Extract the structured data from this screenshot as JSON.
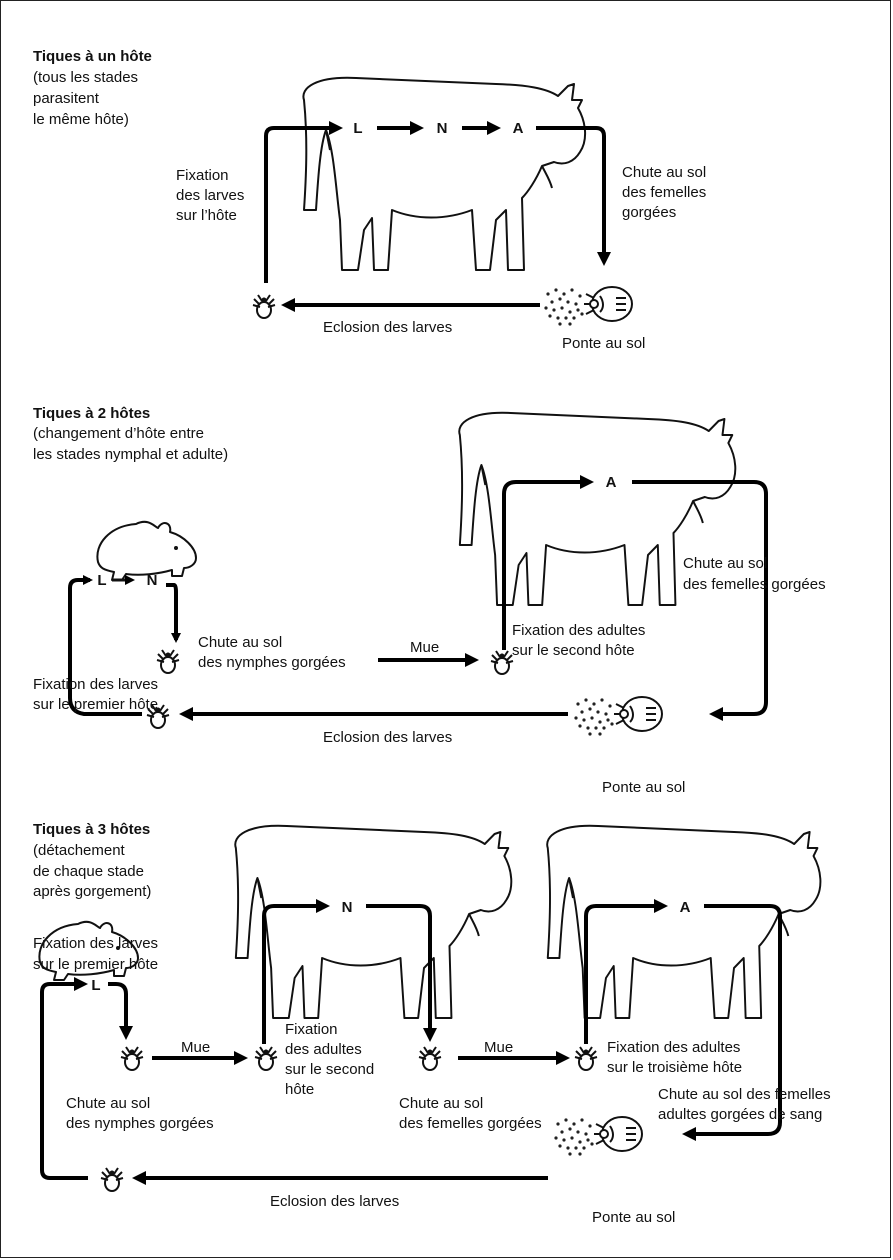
{
  "sections": {
    "one_host": {
      "title": "Tiques à un hôte",
      "subtitle": [
        "(tous les stades",
        "parasitent",
        "le même hôte)"
      ],
      "stages": [
        "L",
        "N",
        "A"
      ],
      "attach": [
        "Fixation",
        "des larves",
        "sur l’hôte"
      ],
      "drop": [
        "Chute au sol",
        "des femelles",
        "gorgées"
      ],
      "eclosion": "Eclosion des larves",
      "ponte": "Ponte au sol"
    },
    "two_host": {
      "title": "Tiques à 2 hôtes",
      "subtitle": [
        "(changement d’hôte entre",
        "les stades nymphal et adulte)"
      ],
      "stages_small": [
        "L",
        "N"
      ],
      "stage_adult": "A",
      "drop_nymphs": [
        "Chute au sol",
        "des nymphes gorgées"
      ],
      "mue": "Mue",
      "attach_adults": [
        "Fixation des adultes",
        "sur le second hôte"
      ],
      "drop_females": [
        "Chute au sol",
        "des femelles gorgées"
      ],
      "attach_larvae": [
        "Fixation des larves",
        "sur le premier hôte"
      ],
      "eclosion": "Eclosion des larves",
      "ponte": "Ponte au sol"
    },
    "three_host": {
      "title": "Tiques à 3 hôtes",
      "subtitle": [
        "(détachement",
        "de chaque stade",
        "après gorgement)"
      ],
      "attach_larvae": [
        "Fixation des larves",
        "sur le premier hôte"
      ],
      "stage_larva": "L",
      "stage_nymph": "N",
      "stage_adult": "A",
      "mue_1": "Mue",
      "mue_2": "Mue",
      "drop_nymphs": [
        "Chute au sol",
        "des nymphes gorgées"
      ],
      "attach_second": [
        "Fixation",
        "des adultes",
        "sur le second",
        "hôte"
      ],
      "drop_females": [
        "Chute au sol",
        "des femelles gorgées"
      ],
      "attach_third": [
        "Fixation des adultes",
        "sur le troisième hôte"
      ],
      "drop_adults": [
        "Chute au sol des femelles",
        "adultes gorgées de sang"
      ],
      "eclosion": "Eclosion des larves",
      "ponte": "Ponte au sol"
    }
  }
}
